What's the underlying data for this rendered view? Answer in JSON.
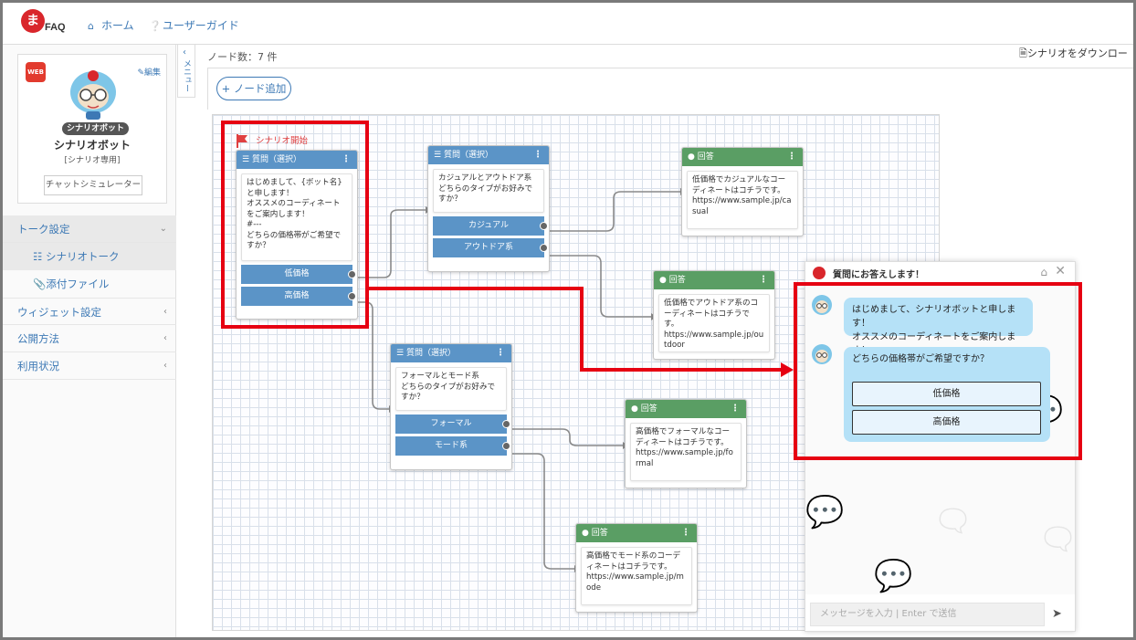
{
  "nav": {
    "logo_mark": "ま",
    "logo_text": "FAQ",
    "home": "ホーム",
    "guide": "ユーザーガイド"
  },
  "sidebar": {
    "web_badge": "WEB",
    "edit": "編集",
    "bot_badge": "シナリオボット",
    "bot_name": "シナリオボット",
    "bot_sub": "[シナリオ専用]",
    "sim_button": "チャットシミュレーター",
    "menu_toggle": "メニュー",
    "groups": [
      {
        "label": "トーク設定"
      },
      {
        "label": "ウィジェット設定"
      },
      {
        "label": "公開方法"
      },
      {
        "label": "利用状況"
      }
    ],
    "subs": [
      {
        "label": "シナリオトーク"
      },
      {
        "label": "添付ファイル"
      }
    ]
  },
  "main": {
    "node_count": "ノード数：7 件",
    "download": "シナリオをダウンロー",
    "add_node": "ノード追加",
    "start_label": "シナリオ開始"
  },
  "nodes": {
    "q1": {
      "title": "質問（選択）",
      "text": "はじめまして、{ボット名}と申します！\nオススメのコーディネートをご案内します！\n#---\nどちらの価格帯がご希望ですか？",
      "options": [
        "低価格",
        "高価格"
      ]
    },
    "q2": {
      "title": "質問（選択）",
      "text": "カジュアルとアウトドア系\nどちらのタイプがお好みですか？",
      "options": [
        "カジュアル",
        "アウトドア系"
      ]
    },
    "q3": {
      "title": "質問（選択）",
      "text": "フォーマルとモード系\nどちらのタイプがお好みですか？",
      "options": [
        "フォーマル",
        "モード系"
      ]
    },
    "a1": {
      "title": "回答",
      "text": "低価格でカジュアルなコーディネートはコチラです。\nhttps://www.sample.jp/casual"
    },
    "a2": {
      "title": "回答",
      "text": "低価格でアウトドア系のコーディネートはコチラです。\nhttps://www.sample.jp/outdoor"
    },
    "a3": {
      "title": "回答",
      "text": "高価格でフォーマルなコーディネートはコチラです。\nhttps://www.sample.jp/formal"
    },
    "a4": {
      "title": "回答",
      "text": "高価格でモード系のコーディネートはコチラです。\nhttps://www.sample.jp/mode"
    }
  },
  "chat": {
    "title": "質問にお答えします！",
    "msg1": "はじめまして、シナリオボットと申します！\nオススメのコーディネートをご案内します！",
    "msg2": "どちらの価格帯がご希望ですか？",
    "choices": [
      "低価格",
      "高価格"
    ],
    "input_placeholder": "メッセージを入力 | Enter で送信"
  },
  "colors": {
    "accent": "#3d79b5",
    "question_header": "#5b94c7",
    "answer_header": "#5a9e64",
    "highlight": "#e60012",
    "bubble": "#b5e1f7"
  },
  "icons": [
    "home-icon",
    "question-circle-icon",
    "pencil-icon",
    "sitemap-icon",
    "paperclip-icon",
    "file-download-icon",
    "plus-icon",
    "list-icon",
    "comment-icon",
    "flag-icon",
    "close-icon",
    "send-icon"
  ]
}
